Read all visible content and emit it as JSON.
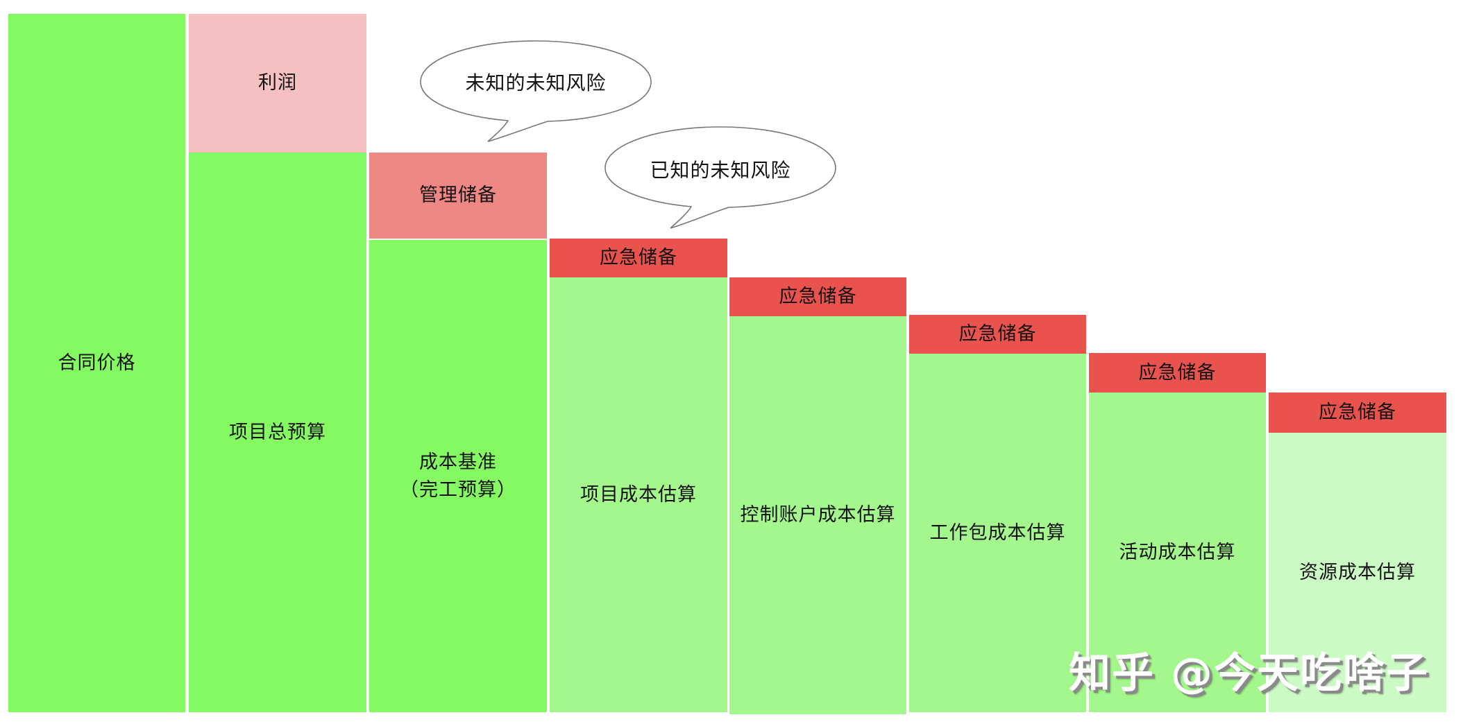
{
  "colors": {
    "bright_green": "#84f962",
    "light_green": "#a3f78c",
    "pale_green": "#ccfac4",
    "pink": "#f4c0c0",
    "salmon": "#ef8784",
    "red": "#ea534d",
    "bubble_stroke": "#777777"
  },
  "columns": [
    {
      "label": "合同价格"
    },
    {
      "reserve": "利润",
      "label": "项目总预算"
    },
    {
      "reserve": "管理储备",
      "label_line1": "成本基准",
      "label_line2": "（完工预算）"
    },
    {
      "reserve": "应急储备",
      "label": "项目成本估算"
    },
    {
      "reserve": "应急储备",
      "label": "控制账户成本估算"
    },
    {
      "reserve": "应急储备",
      "label": "工作包成本估算"
    },
    {
      "reserve": "应急储备",
      "label": "活动成本估算"
    },
    {
      "reserve": "应急储备",
      "label": "资源成本估算"
    }
  ],
  "bubbles": {
    "unknown_unknowns": "未知的未知风险",
    "known_unknowns": "已知的未知风险"
  },
  "watermark": "知乎 @今天吃啥子"
}
